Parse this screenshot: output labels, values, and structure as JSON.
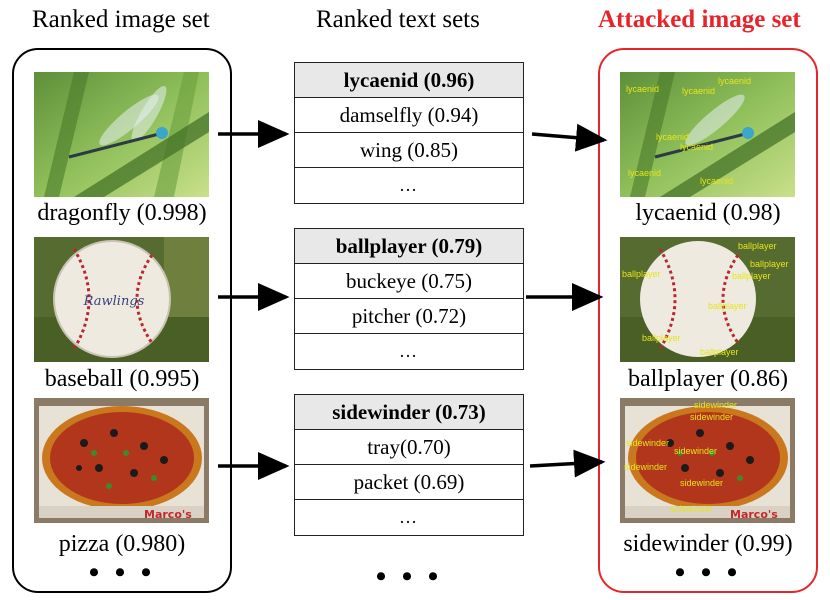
{
  "titles": {
    "left": "Ranked image set",
    "middle": "Ranked text sets",
    "right": "Attacked image set"
  },
  "colors": {
    "attack": "#e8242b",
    "overlay_text": "#e6e61a",
    "header_fill": "#e8e8e8"
  },
  "left_images": [
    {
      "subject": "dragonfly",
      "caption": "dragonfly (0.998)"
    },
    {
      "subject": "baseball",
      "caption": "baseball (0.995)"
    },
    {
      "subject": "pizza",
      "caption": "pizza (0.980)"
    }
  ],
  "text_sets": [
    {
      "top": "lycaenid (0.96)",
      "items": [
        "damselfly (0.94)",
        "wing (0.85)",
        "…"
      ]
    },
    {
      "top": "ballplayer (0.79)",
      "items": [
        "buckeye (0.75)",
        "pitcher (0.72)",
        "…"
      ]
    },
    {
      "top": "sidewinder (0.73)",
      "items": [
        "tray(0.70)",
        "packet (0.69)",
        "…"
      ]
    }
  ],
  "attacked_images": [
    {
      "subject": "dragonfly",
      "overlay_word": "lycaenid",
      "caption": "lycaenid (0.98)"
    },
    {
      "subject": "baseball",
      "overlay_word": "ballplayer",
      "caption": "ballplayer (0.86)"
    },
    {
      "subject": "pizza",
      "overlay_word": "sidewinder",
      "caption": "sidewinder (0.99)"
    }
  ],
  "ellipsis": "• • •"
}
